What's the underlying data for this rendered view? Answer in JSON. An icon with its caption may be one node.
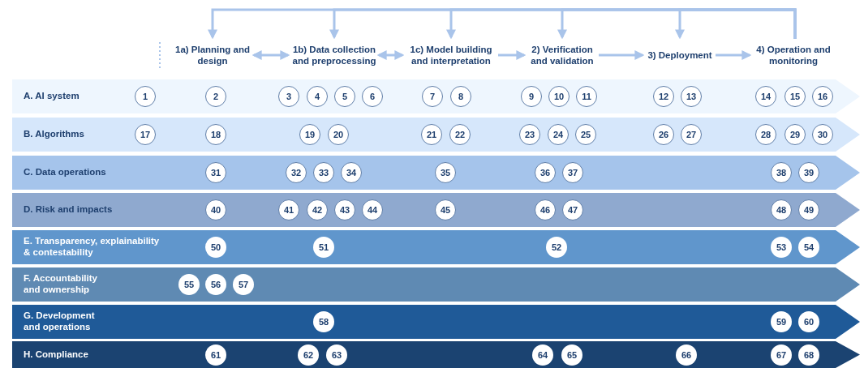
{
  "diagram": {
    "nodes": [
      {
        "text": [
          "1a) Planning and design"
        ]
      },
      {
        "text": [
          "1b) Data collection and preprocessing"
        ]
      },
      {
        "text": [
          "1c) Model building and interpretation"
        ]
      },
      {
        "text": [
          "2) Verification and validation"
        ]
      },
      {
        "text": [
          "3) Deployment"
        ]
      },
      {
        "text": [
          "4) Operation and monitoring"
        ]
      },
      {
        "text": [
          "A. AI system"
        ]
      },
      {
        "text": [
          "B. Algorithms"
        ]
      },
      {
        "text": [
          "C. Data operations"
        ]
      },
      {
        "text": [
          "D. Risk and impacts"
        ]
      },
      {
        "text": [
          "E. Transparency, explainability & contestability"
        ]
      },
      {
        "text": [
          "F. Accountability and ownership"
        ]
      },
      {
        "text": [
          "G. Development and operations"
        ]
      },
      {
        "text": [
          "H. Compliance"
        ]
      },
      {
        "text": [
          "1"
        ],
        "in": 6
      },
      {
        "text": [
          "2"
        ],
        "in": 6
      },
      {
        "text": [
          "3"
        ],
        "in": 6
      },
      {
        "text": [
          "4"
        ],
        "in": 6
      },
      {
        "text": [
          "5"
        ],
        "in": 6
      },
      {
        "text": [
          "6"
        ],
        "in": 6
      },
      {
        "text": [
          "7"
        ],
        "in": 6
      },
      {
        "text": [
          "8"
        ],
        "in": 6
      },
      {
        "text": [
          "9"
        ],
        "in": 6
      },
      {
        "text": [
          "10"
        ],
        "in": 6
      },
      {
        "text": [
          "11"
        ],
        "in": 6
      },
      {
        "text": [
          "12"
        ],
        "in": 6
      },
      {
        "text": [
          "13"
        ],
        "in": 6
      },
      {
        "text": [
          "14"
        ],
        "in": 6
      },
      {
        "text": [
          "15"
        ],
        "in": 6
      },
      {
        "text": [
          "16"
        ],
        "in": 6
      },
      {
        "text": [
          "17"
        ],
        "in": 7
      },
      {
        "text": [
          "18"
        ],
        "in": 7
      },
      {
        "text": [
          "19"
        ],
        "in": 7
      },
      {
        "text": [
          "20"
        ],
        "in": 7
      },
      {
        "text": [
          "21"
        ],
        "in": 7
      },
      {
        "text": [
          "22"
        ],
        "in": 7
      },
      {
        "text": [
          "23"
        ],
        "in": 7
      },
      {
        "text": [
          "24"
        ],
        "in": 7
      },
      {
        "text": [
          "25"
        ],
        "in": 7
      },
      {
        "text": [
          "26"
        ],
        "in": 7
      },
      {
        "text": [
          "27"
        ],
        "in": 7
      },
      {
        "text": [
          "28"
        ],
        "in": 7
      },
      {
        "text": [
          "29"
        ],
        "in": 7
      },
      {
        "text": [
          "30"
        ],
        "in": 7
      },
      {
        "text": [
          "31"
        ],
        "in": 8
      },
      {
        "text": [
          "32"
        ],
        "in": 8
      },
      {
        "text": [
          "33"
        ],
        "in": 8
      },
      {
        "text": [
          "34"
        ],
        "in": 8
      },
      {
        "text": [
          "35"
        ],
        "in": 8
      },
      {
        "text": [
          "36"
        ],
        "in": 8
      },
      {
        "text": [
          "37"
        ],
        "in": 8
      },
      {
        "text": [
          "38"
        ],
        "in": 8
      },
      {
        "text": [
          "39"
        ],
        "in": 8
      },
      {
        "text": [
          "40"
        ],
        "in": 9
      },
      {
        "text": [
          "41"
        ],
        "in": 9
      },
      {
        "text": [
          "42"
        ],
        "in": 9
      },
      {
        "text": [
          "43"
        ],
        "in": 9
      },
      {
        "text": [
          "44"
        ],
        "in": 9
      },
      {
        "text": [
          "45"
        ],
        "in": 9
      },
      {
        "text": [
          "46"
        ],
        "in": 9
      },
      {
        "text": [
          "47"
        ],
        "in": 9
      },
      {
        "text": [
          "48"
        ],
        "in": 9
      },
      {
        "text": [
          "49"
        ],
        "in": 9
      },
      {
        "text": [
          "50"
        ],
        "in": 10
      },
      {
        "text": [
          "51"
        ],
        "in": 10
      },
      {
        "text": [
          "52"
        ],
        "in": 10
      },
      {
        "text": [
          "53"
        ],
        "in": 10
      },
      {
        "text": [
          "54"
        ],
        "in": 10
      },
      {
        "text": [
          "55"
        ],
        "in": 11
      },
      {
        "text": [
          "56"
        ],
        "in": 11
      },
      {
        "text": [
          "57"
        ],
        "in": 11
      },
      {
        "text": [
          "58"
        ],
        "in": 12
      },
      {
        "text": [
          "59"
        ],
        "in": 12
      },
      {
        "text": [
          "60"
        ],
        "in": 12
      },
      {
        "text": [
          "61"
        ],
        "in": 13
      },
      {
        "text": [
          "62"
        ],
        "in": 13
      },
      {
        "text": [
          "63"
        ],
        "in": 13
      },
      {
        "text": [
          "64"
        ],
        "in": 13
      },
      {
        "text": [
          "65"
        ],
        "in": 13
      },
      {
        "text": [
          "66"
        ],
        "in": 13
      },
      {
        "text": [
          "67"
        ],
        "in": 13
      },
      {
        "text": [
          "68"
        ],
        "in": 13
      }
    ],
    "edges": [
      {
        "from": 0,
        "to": 1,
        "arrow": "both"
      },
      {
        "from": 1,
        "to": 2,
        "arrow": "both"
      },
      {
        "from": 2,
        "to": 3,
        "arrow": "to"
      },
      {
        "from": 3,
        "to": 4,
        "arrow": "to"
      },
      {
        "from": 4,
        "to": 5,
        "arrow": "to"
      },
      {
        "from": 5,
        "to": 0,
        "arrow": "to"
      },
      {
        "from": 5,
        "to": 1,
        "arrow": "to"
      },
      {
        "from": 5,
        "to": 2,
        "arrow": "to"
      },
      {
        "from": 5,
        "to": 3,
        "arrow": "to"
      },
      {
        "from": 5,
        "to": 4,
        "arrow": "to"
      }
    ]
  }
}
